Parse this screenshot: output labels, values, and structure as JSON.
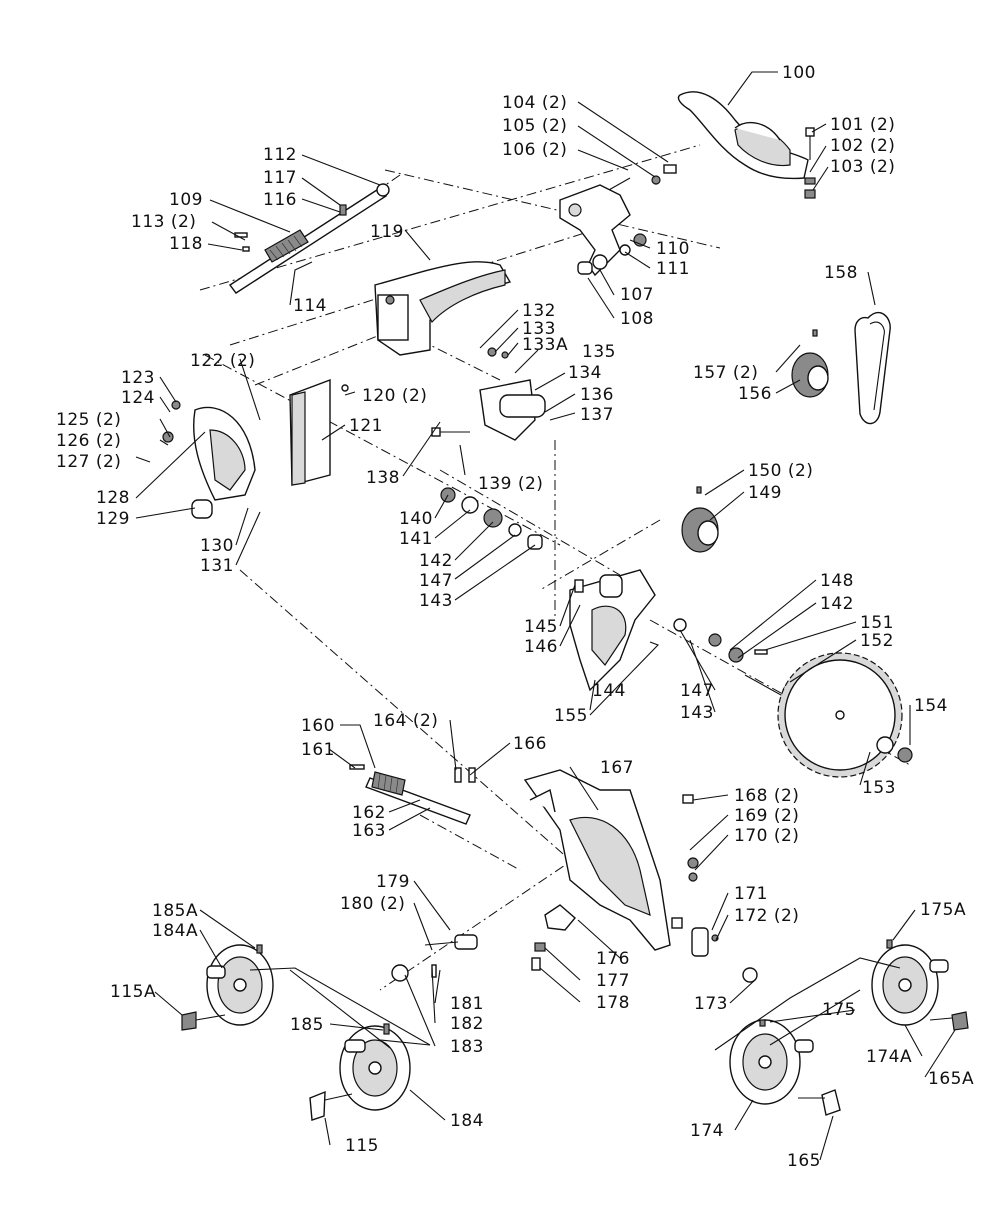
{
  "diagram": {
    "labels": [
      "100",
      "101 (2)",
      "102 (2)",
      "103 (2)",
      "104 (2)",
      "105 (2)",
      "106 (2)",
      "107",
      "108",
      "109",
      "110",
      "111",
      "112",
      "113 (2)",
      "114",
      "115",
      "115A",
      "116",
      "117",
      "118",
      "119",
      "120 (2)",
      "121",
      "122 (2)",
      "123",
      "124",
      "125 (2)",
      "126 (2)",
      "127 (2)",
      "128",
      "129",
      "130",
      "131",
      "132",
      "133",
      "133A",
      "134",
      "135",
      "136",
      "137",
      "138",
      "139 (2)",
      "140",
      "141",
      "142",
      "142",
      "143",
      "143",
      "144",
      "145",
      "146",
      "147",
      "147",
      "148",
      "149",
      "150 (2)",
      "151",
      "152",
      "153",
      "154",
      "155",
      "156",
      "157 (2)",
      "158",
      "160",
      "161",
      "162",
      "163",
      "164 (2)",
      "165",
      "165A",
      "166",
      "167",
      "168 (2)",
      "169 (2)",
      "170 (2)",
      "171",
      "172 (2)",
      "173",
      "174",
      "174A",
      "175",
      "175A",
      "176",
      "177",
      "178",
      "179",
      "180 (2)",
      "181",
      "182",
      "183",
      "184",
      "184A",
      "185",
      "185A"
    ]
  }
}
